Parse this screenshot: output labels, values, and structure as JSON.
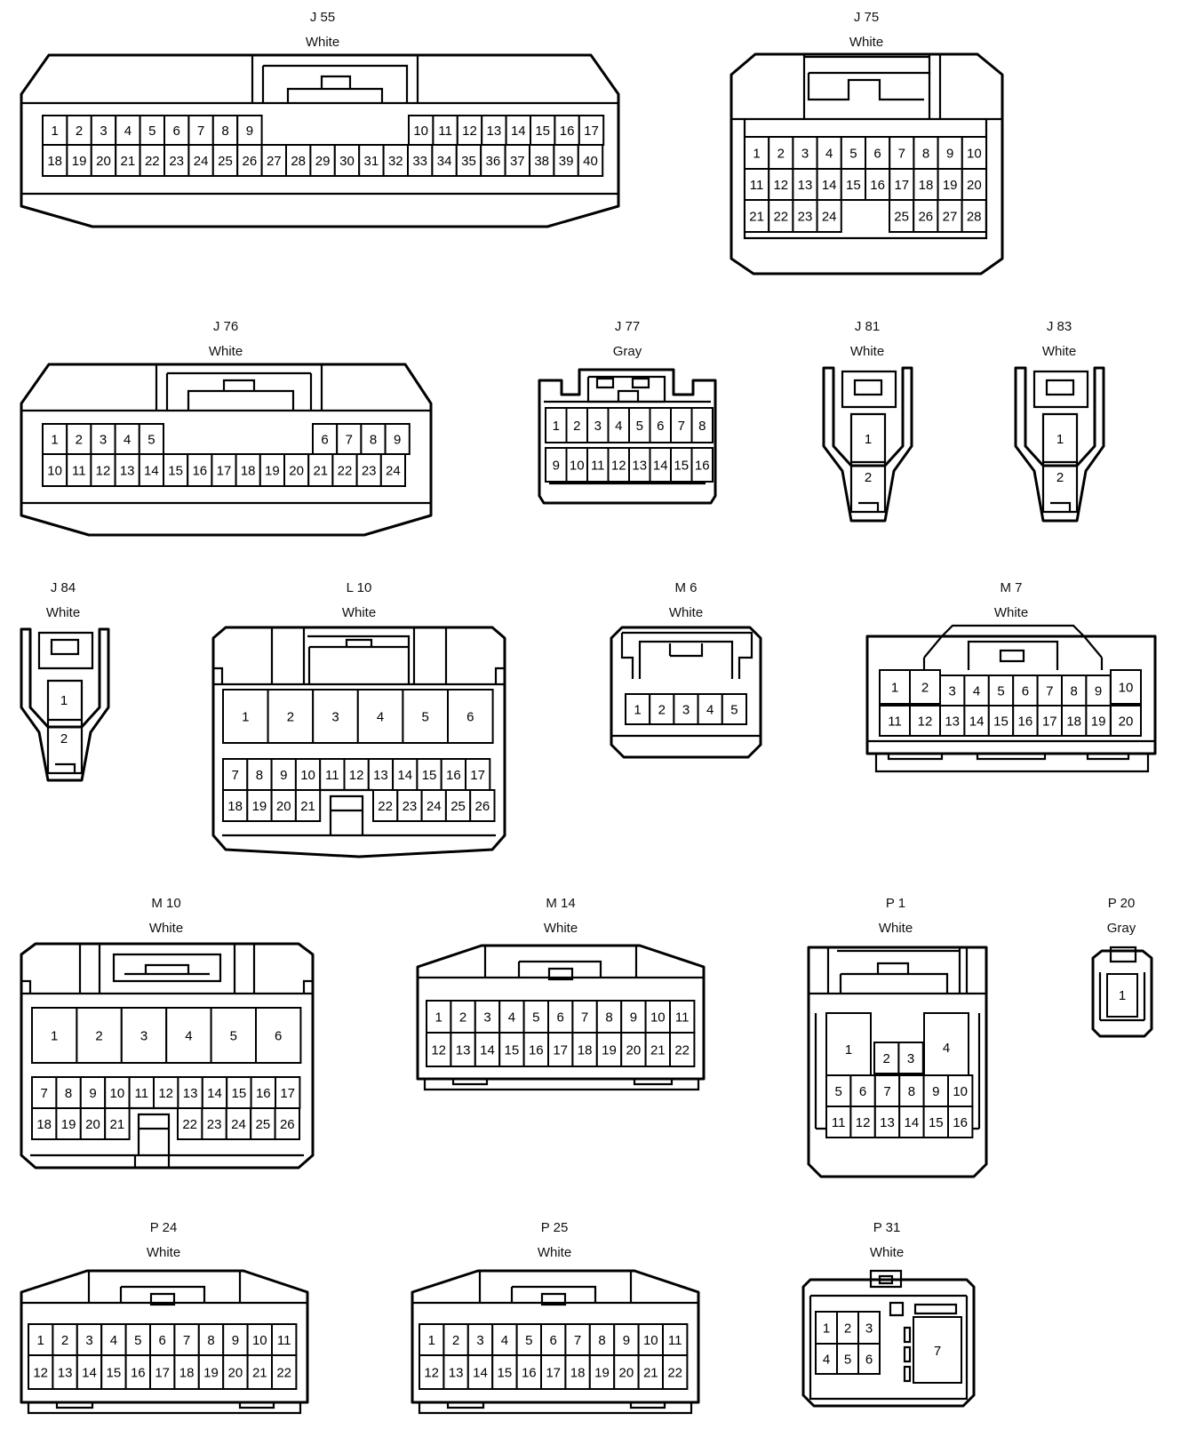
{
  "connectors": [
    {
      "id": "J55",
      "code": "J 55",
      "color": "White"
    },
    {
      "id": "J75",
      "code": "J 75",
      "color": "White"
    },
    {
      "id": "J76",
      "code": "J 76",
      "color": "White"
    },
    {
      "id": "J77",
      "code": "J 77",
      "color": "Gray"
    },
    {
      "id": "J81",
      "code": "J 81",
      "color": "White"
    },
    {
      "id": "J83",
      "code": "J 83",
      "color": "White"
    },
    {
      "id": "J84",
      "code": "J 84",
      "color": "White"
    },
    {
      "id": "L10",
      "code": "L 10",
      "color": "White"
    },
    {
      "id": "M6",
      "code": "M 6",
      "color": "White"
    },
    {
      "id": "M7",
      "code": "M 7",
      "color": "White"
    },
    {
      "id": "M10",
      "code": "M 10",
      "color": "White"
    },
    {
      "id": "M14",
      "code": "M 14",
      "color": "White"
    },
    {
      "id": "P1",
      "code": "P 1",
      "color": "White"
    },
    {
      "id": "P20",
      "code": "P 20",
      "color": "Gray"
    },
    {
      "id": "P24",
      "code": "P 24",
      "color": "White"
    },
    {
      "id": "P25",
      "code": "P 25",
      "color": "White"
    },
    {
      "id": "P31",
      "code": "P 31",
      "color": "White"
    }
  ]
}
